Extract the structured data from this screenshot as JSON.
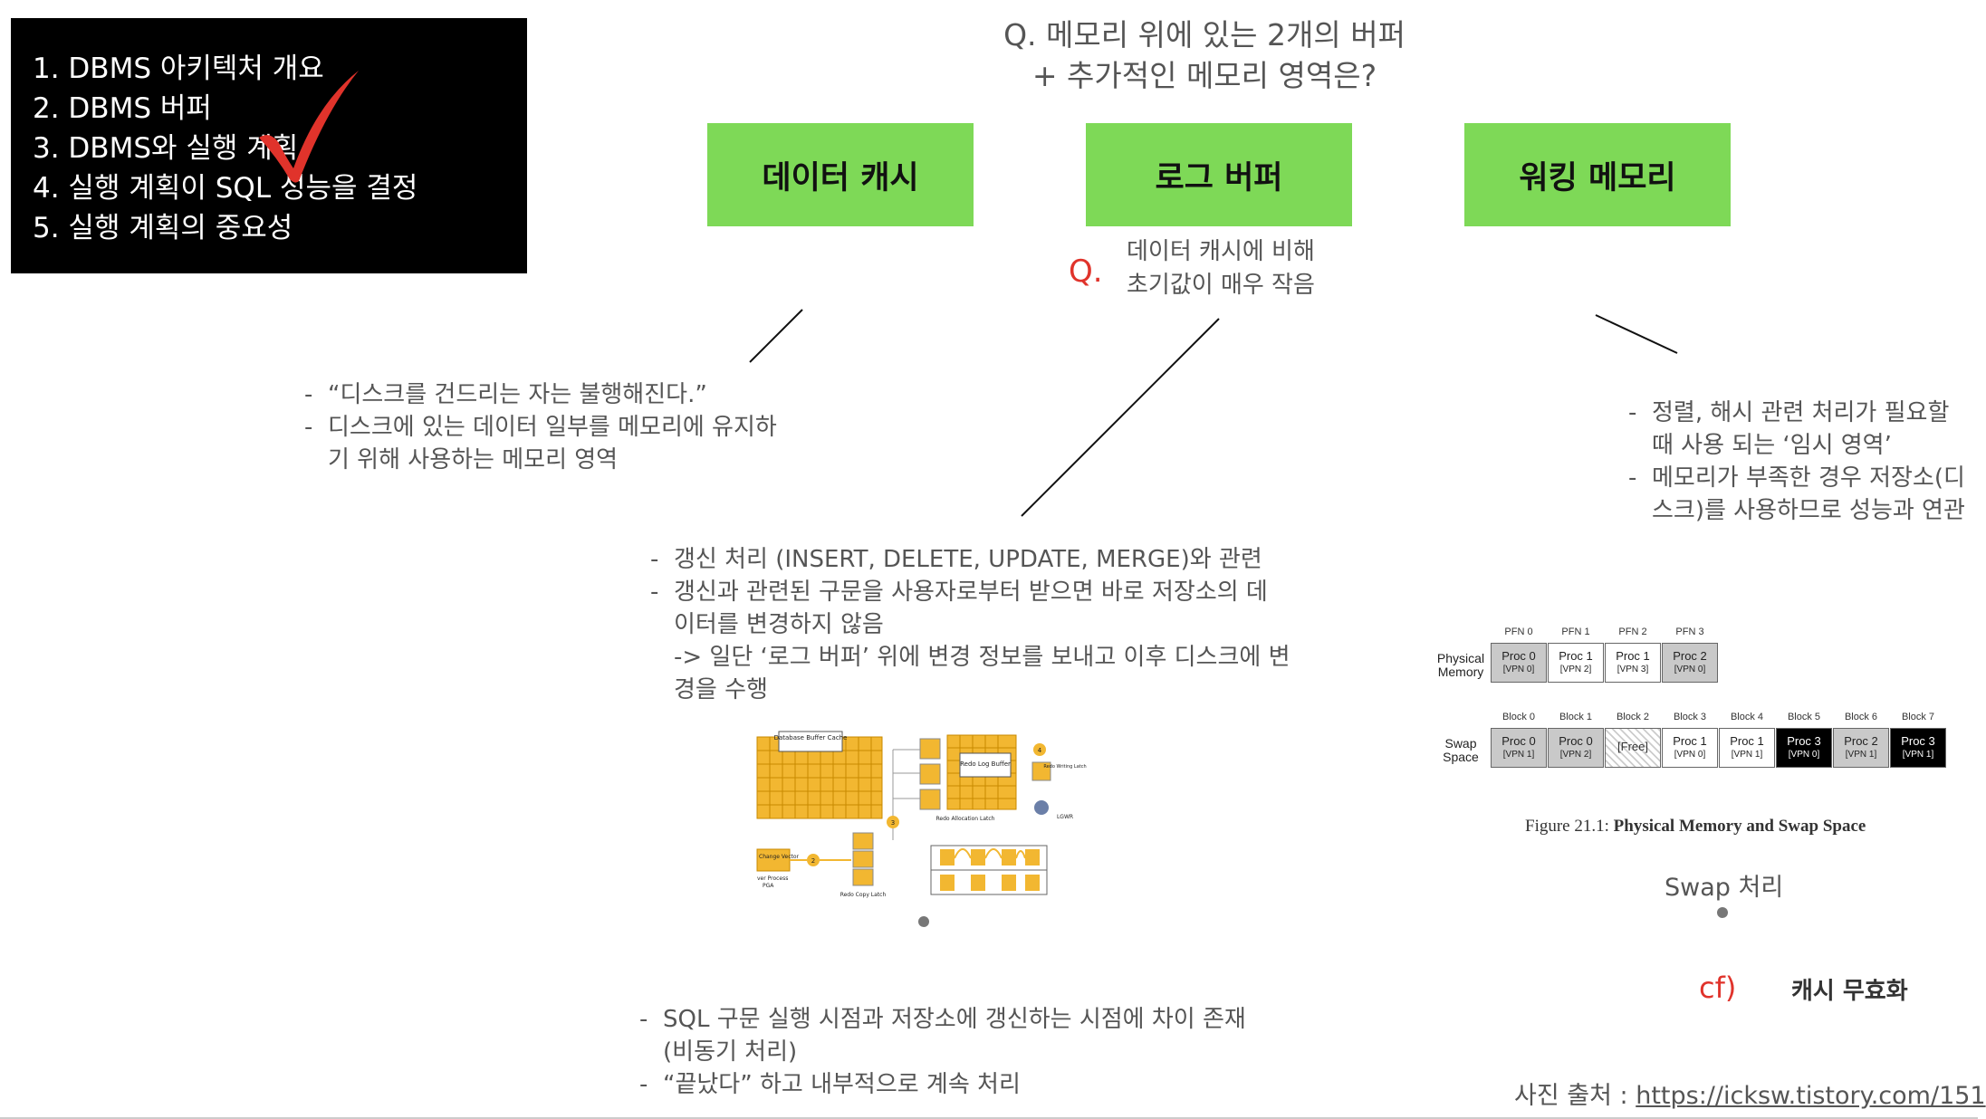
{
  "agenda": {
    "items": [
      "1. DBMS 아키텍처 개요",
      "2. DBMS 버퍼",
      "3. DBMS와 실행 계획",
      "4. 실행 계획이 SQL 성능을 결정",
      "5. 실행 계획의 중요성"
    ],
    "check_color": "#e0332b"
  },
  "question": {
    "line1": "Q. 메모리 위에 있는 2개의 버퍼",
    "line2": "+ 추가적인 메모리 영역은?"
  },
  "boxes": {
    "data_cache": "데이터 캐시",
    "log_buffer": "로그 버퍼",
    "working_memory": "워킹 메모리",
    "color": "#7ed957"
  },
  "q_note": {
    "mark": "Q.",
    "line1": "데이터 캐시에 비해",
    "line2": "초기값이 매우 작음"
  },
  "data_cache_notes": {
    "item1": "“디스크를 건드리는 자는 불행해진다.”",
    "item2": "디스크에 있는 데이터 일부를 메모리에 유지하",
    "item2_cont": "기 위해 사용하는 메모리 영역"
  },
  "working_memory_notes": {
    "item1": "정렬, 해시 관련 처리가 필요할",
    "item1_cont": "때 사용 되는 ‘임시 영역’",
    "item2": "메모리가 부족한 경우 저장소(디",
    "item2_cont": "스크)를 사용하므로 성능과 연관"
  },
  "log_buffer_notes": {
    "item1": "갱신 처리 (INSERT, DELETE, UPDATE, MERGE)와 관련",
    "item2": "갱신과 관련된 구문을 사용자로부터 받으면 바로 저장소의 데",
    "item2_cont": "이터를 변경하지 않음",
    "item2_cont2": "-> 일단 ‘로그 버퍼’ 위에 변경 정보를 보내고 이후 디스크에 변",
    "item2_cont3": "경을 수행"
  },
  "log_buffer_notes2": {
    "item1": "SQL 구문 실행 시점과 저장소에 갱신하는 시점에 차이 존재",
    "item1_cont": "(비동기 처리)",
    "item2": "“끝났다” 하고 내부적으로 계속 처리"
  },
  "redo_diagram": {
    "db_buffer_cache": "Database Buffer Cache",
    "redo_log_buffer": "Redo Log Buffer",
    "redo_writing_latch": "Redo Writing Latch",
    "redo_allocation_latch": "Redo Allocation Latch",
    "redo_copy_latch": "Redo Copy Latch",
    "lgwr": "LGWR",
    "change_vector": "Change Vector",
    "server_process": "ver Process",
    "pga": "PGA",
    "step2": "2",
    "step3": "3",
    "step4": "4"
  },
  "memory_figure": {
    "pfn_labels": [
      "PFN 0",
      "PFN 1",
      "PFN 2",
      "PFN 3"
    ],
    "physical_label_1": "Physical",
    "physical_label_2": "Memory",
    "physical_cells": [
      {
        "name": "Proc 0",
        "vpn": "[VPN 0]",
        "style": "gray"
      },
      {
        "name": "Proc 1",
        "vpn": "[VPN 2]",
        "style": "white"
      },
      {
        "name": "Proc 1",
        "vpn": "[VPN 3]",
        "style": "white"
      },
      {
        "name": "Proc 2",
        "vpn": "[VPN 0]",
        "style": "gray"
      }
    ],
    "block_labels": [
      "Block 0",
      "Block 1",
      "Block 2",
      "Block 3",
      "Block 4",
      "Block 5",
      "Block 6",
      "Block 7"
    ],
    "swap_label_1": "Swap",
    "swap_label_2": "Space",
    "swap_cells": [
      {
        "name": "Proc 0",
        "vpn": "[VPN 1]",
        "style": "gray"
      },
      {
        "name": "Proc 0",
        "vpn": "[VPN 2]",
        "style": "gray"
      },
      {
        "name": "[Free]",
        "vpn": "",
        "style": "hatched"
      },
      {
        "name": "Proc 1",
        "vpn": "[VPN 0]",
        "style": "white"
      },
      {
        "name": "Proc 1",
        "vpn": "[VPN 1]",
        "style": "white"
      },
      {
        "name": "Proc 3",
        "vpn": "[VPN 0]",
        "style": "black"
      },
      {
        "name": "Proc 2",
        "vpn": "[VPN 1]",
        "style": "gray"
      },
      {
        "name": "Proc 3",
        "vpn": "[VPN 1]",
        "style": "black"
      }
    ],
    "caption_prefix": "Figure 21.1: ",
    "caption_title": "Physical Memory and Swap Space"
  },
  "swap_label": "Swap 처리",
  "cf": {
    "mark": "cf)",
    "text": "캐시 무효화"
  },
  "source": {
    "prefix": "사진 출처 : ",
    "link": "https://icksw.tistory.com/151"
  }
}
